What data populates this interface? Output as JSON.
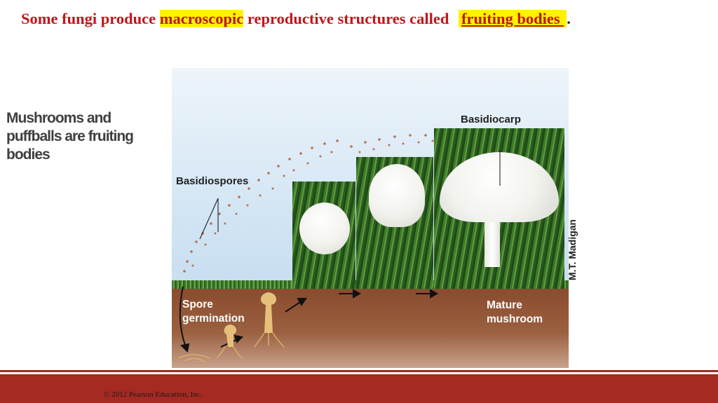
{
  "title": {
    "part1": "Some fungi produce ",
    "highlight": "macroscopic",
    "part2": " reproductive structures called ",
    "blank": "fruiting bodies ",
    "end": "."
  },
  "side_text": "Mushrooms and puffballs are fruiting bodies",
  "figure": {
    "labels": {
      "basidiocarp": "Basidiocarp",
      "basidiospores": "Basidiospores",
      "spore_germination_1": "Spore",
      "spore_germination_2": "germination",
      "mature_mushroom_1": "Mature",
      "mature_mushroom_2": "mushroom"
    },
    "credit": "M.T. Madigan"
  },
  "footer": {
    "copyright": "© 2012 Pearson Education, Inc."
  },
  "colors": {
    "title": "#c0161c",
    "highlight": "#fff200",
    "footer": "#a52a22"
  }
}
